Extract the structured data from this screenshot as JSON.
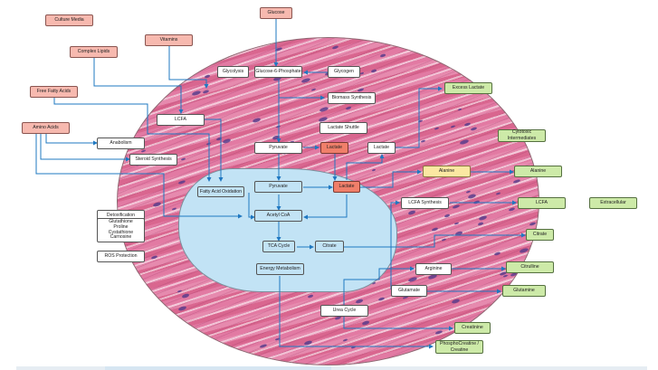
{
  "colors": {
    "source": "#f7b9af",
    "product": "#cdeaa8",
    "highlight": "#f07f6a",
    "alanine": "#fbe8a2",
    "mito": "#c2e3f5",
    "arrow": "#1f78c1"
  },
  "sources": {
    "culture_media": "Culture Media",
    "complex_lipids": "Complex Lipids",
    "vitamins": "Vitamins",
    "glucose": "Glucose",
    "free_fatty_acids": "Free Fatty Acids",
    "amino_acids": "Amino Acids"
  },
  "cytosol": {
    "glycolysis": "Glycolysis",
    "g6p": "Glucose-6-Phosphate",
    "glycogen": "Glycogen",
    "biomass": "Biomass Synthesis",
    "lactate_shuttle": "Lactate Shuttle",
    "lcfa": "LCFA",
    "anabolism": "Anabolism",
    "steroid": "Steroid Synthesis",
    "pyruvate": "Pyruvate",
    "lactate_hl": "Lactate",
    "lactate": "Lactate",
    "alanine": "Alanine",
    "detox": "Detoxification",
    "antioxidants": "Glutathione\nProline\nCystathione\nCarnosine",
    "ros": "ROS Protection",
    "lcfa_synth": "LCFA Synthesis",
    "arginine": "Arginine",
    "glutamate": "Glutamate",
    "urea": "Urea Cycle"
  },
  "mito": {
    "fao": "Fatty Acid Oxidation",
    "pyruvate": "Pyruvate",
    "lactate": "Lactate",
    "acetyl_coa": "Acetyl CoA",
    "tca": "TCA Cycle",
    "citrate": "Citrate",
    "energy": "Energy Metabolism"
  },
  "products": {
    "excess_lactate": "Excess Lactate",
    "cytotoxic": "Cytotoxic Intermediates",
    "alanine": "Alanine",
    "lcfa": "LCFA",
    "extracellular": "Extracellular",
    "citrate": "Citrate",
    "citrulline": "Citrulline",
    "glutamine": "Glutamine",
    "creatinine": "Creatinine",
    "phosphocreatine": "PhosphoCreatine / Creatine"
  }
}
